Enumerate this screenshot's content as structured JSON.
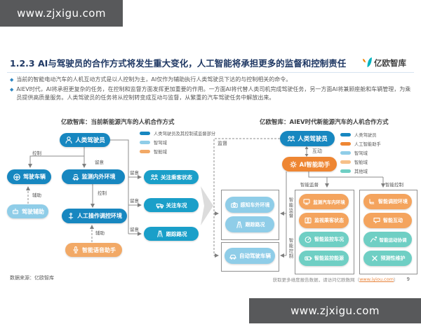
{
  "banners": {
    "top": "www.zjxigu.com",
    "bottom": "www.zjxigu.com"
  },
  "header": {
    "title": "1.2.3 AI与驾驶员的合作方式将发生重大变化，人工智能将承担更多的监督和控制责任",
    "logo_text": "亿欧智库"
  },
  "bullet_marker": "◆",
  "bullets": [
    "当前的智能电动汽车的人机互动方式是以人控制为主，AI仅作为辅助执行人类驾驶员下达的与控制相关的命令。",
    "AIEV时代，AI将承担更复杂的任务，在控制和监督方面发挥更加重要的作用。一方面AI将代替人类司机完成驾驶任务，另一方面AI将兼顾座舱和车辆管理，为乘员提供高质量服务。人类驾驶员的任务将从控制转变成互动与监督，从繁重的汽车驾驶任务中解放出来。"
  ],
  "colors": {
    "dark_blue": "#1787c0",
    "cyan": "#1a9fc9",
    "light_blue": "#8fcde8",
    "orange": "#ee8633",
    "light_orange": "#f4a45e",
    "teal": "#6fcfc4",
    "title_navy": "#1f3864",
    "banner_gray": "#58595b"
  },
  "left_diagram": {
    "title": "亿欧智库：当前新能源汽车的人机合作方式",
    "legend": [
      {
        "label": "人类驾驶员及其控制或监督部分",
        "color": "#1787c0"
      },
      {
        "label": "智驾域",
        "color": "#8fcde8"
      },
      {
        "label": "智舱域",
        "color": "#f2a966"
      }
    ],
    "nodes": [
      {
        "id": "human-driver",
        "label": "人类驾驶员",
        "icon": "person-icon",
        "color": "#1787c0"
      },
      {
        "id": "drive-vehicle",
        "label": "驾驶车辆",
        "icon": "steering-icon",
        "color": "#1787c0"
      },
      {
        "id": "monitor-inout-env",
        "label": "监测内外环境",
        "icon": "car-signal-icon",
        "color": "#1787c0"
      },
      {
        "id": "driving-assist",
        "label": "驾驶辅助",
        "icon": "robot-icon",
        "color": "#8fcde8"
      },
      {
        "id": "manual-adjust-env",
        "label": "人工操作调控环境",
        "icon": "hand-icon",
        "color": "#1787c0"
      },
      {
        "id": "voice-assistant",
        "label": "智能语音助手",
        "icon": "mic-icon",
        "color": "#f2a966"
      },
      {
        "id": "watch-passenger",
        "label": "关注乘客状态",
        "icon": "group-icon",
        "color": "#1a9fc9"
      },
      {
        "id": "watch-vehicle",
        "label": "关注车况",
        "icon": "truck-icon",
        "color": "#1a9fc9"
      },
      {
        "id": "track-road",
        "label": "跟踪路况",
        "icon": "road-icon",
        "color": "#1a9fc9"
      }
    ],
    "edge_labels": {
      "control1": "控制",
      "notice1": "留意",
      "control2": "控制",
      "assist1": "辅助",
      "assist2": "辅助",
      "notice2": "留意",
      "notice3": "留意",
      "notice4": "留意"
    }
  },
  "right_diagram": {
    "title": "亿欧智库：AIEV时代新能源汽车的人机合作方式",
    "legend": [
      {
        "label": "人类驾驶员",
        "color": "#1787c0"
      },
      {
        "label": "人工智能助手",
        "color": "#ee8633"
      },
      {
        "label": "智驾域",
        "color": "#8fcde8"
      },
      {
        "label": "智舱域",
        "color": "#f6c089"
      },
      {
        "label": "其他域",
        "color": "#6fcfc4"
      }
    ],
    "nodes": [
      {
        "id": "human-driver-2",
        "label": "人类驾驶员",
        "icon": "group-icon",
        "color": "#1787c0"
      },
      {
        "id": "ai-assistant",
        "label": "AI智能助手",
        "icon": "gear-icon",
        "color": "#ee8633"
      },
      {
        "id": "sense-outside",
        "label": "感知车外环境",
        "icon": "camera-icon",
        "color": "#8fcde8"
      },
      {
        "id": "track-road-2",
        "label": "跟踪路况",
        "icon": "road-icon",
        "color": "#8fcde8"
      },
      {
        "id": "auto-drive",
        "label": "自动驾驶车辆",
        "icon": "car-icon",
        "color": "#8fcde8"
      },
      {
        "id": "monitor-inside",
        "label": "监测汽车内环境",
        "icon": "dashboard-icon",
        "color": "#f4a45e"
      },
      {
        "id": "monitor-passenger",
        "label": "监视乘客状态",
        "icon": "passenger-icon",
        "color": "#f4a45e"
      },
      {
        "id": "monitor-vehicle",
        "label": "智能监控车况",
        "icon": "gauge-icon",
        "color": "#6fcfc4"
      },
      {
        "id": "monitor-energy",
        "label": "智能监控能源",
        "icon": "battery-icon",
        "color": "#6fcfc4"
      },
      {
        "id": "adjust-env",
        "label": "智能调控环境",
        "icon": "seat-icon",
        "color": "#f4a45e"
      },
      {
        "id": "smart-interact",
        "label": "智能互动",
        "icon": "chat-icon",
        "color": "#f4a45e"
      },
      {
        "id": "motion-coord",
        "label": "智能运动协调",
        "icon": "motion-icon",
        "color": "#6fcfc4"
      },
      {
        "id": "predict-maintain",
        "label": "预测性维护",
        "icon": "wrench-icon",
        "color": "#6fcfc4"
      }
    ],
    "edge_labels": {
      "interact": "互动",
      "supervise": "监督",
      "smart_supervise_h": "智能监督",
      "smart_control_h": "智能控制",
      "smart_supervise_v": "智能监督",
      "smart_control_v": "智能控制"
    }
  },
  "footer": {
    "source": "数据来源：亿欧智库",
    "more_prefix": "获取更多维度报告数据，请访问亿欧数网（",
    "link": "www.iyiou.com",
    "more_suffix": "）",
    "page": "9"
  }
}
